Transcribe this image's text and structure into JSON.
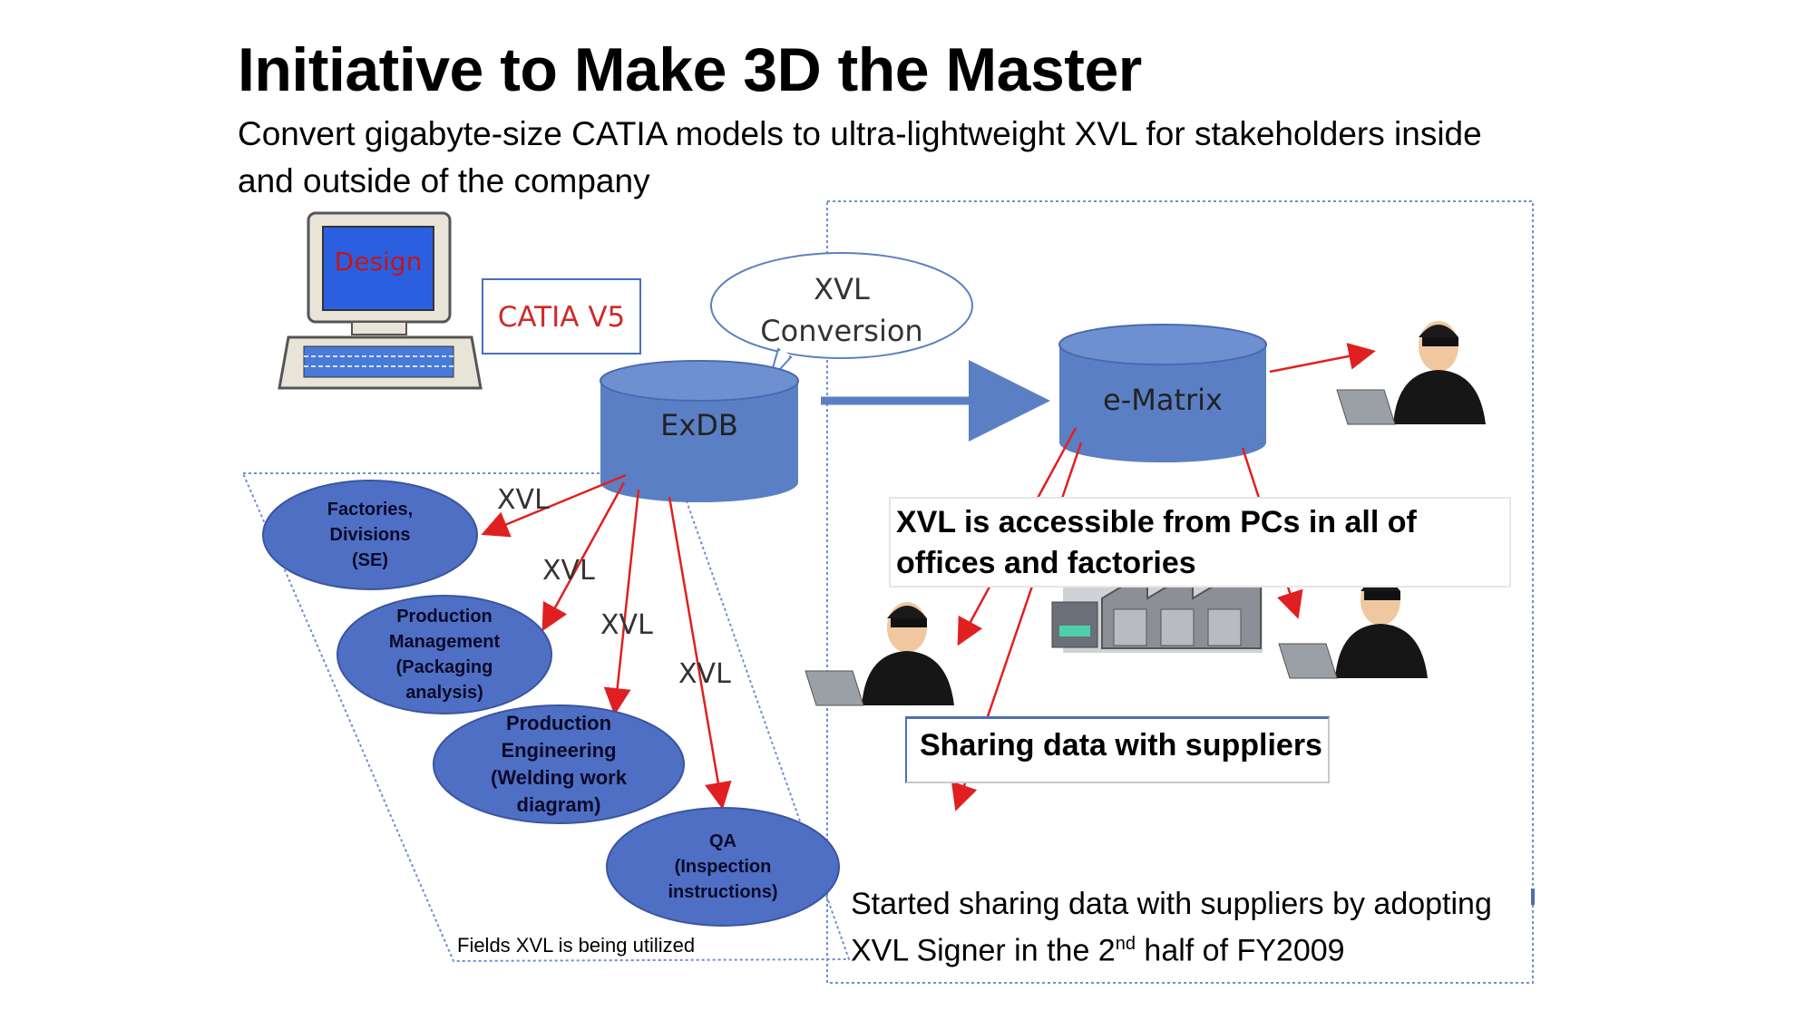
{
  "title": "Initiative to Make 3D the Master",
  "subtitle": "Convert gigabyte-size CATIA models to ultra-lightweight XVL for stakeholders inside and outside of the company",
  "computer_screen_label": "Design",
  "catia_label": "CATIA V5",
  "conversion_bubble": [
    "XVL",
    "Conversion"
  ],
  "exdb_label": "ExDB",
  "ematrix_label": "e-Matrix",
  "xvl_arrow_label": "XVL",
  "fields": [
    {
      "lines": [
        "Factories,",
        "Divisions",
        "(SE)"
      ]
    },
    {
      "lines": [
        "Production",
        "Management",
        "(Packaging",
        "analysis)"
      ]
    },
    {
      "lines": [
        "Production",
        "Engineering",
        "(Welding work",
        "diagram)"
      ]
    },
    {
      "lines": [
        "QA",
        "(Inspection",
        "instructions)"
      ]
    }
  ],
  "fields_caption": "Fields XVL is being utilized",
  "accessible_callout": "XVL is accessible from PCs in all of offices and factories",
  "suppliers_callout": "Sharing data with suppliers",
  "note_main": "Started sharing data with suppliers by adopting XVL Signer in the 2",
  "note_sup": "nd",
  "note_end": " half of FY2009",
  "colors": {
    "cylinder": "#5b7fc4",
    "cylinder_top": "#6f90d0",
    "ellipse": "#4f6fc4",
    "arrow": "#e02020",
    "dotted_border": "#6f8fd0"
  },
  "icons": [
    "computer-icon",
    "person-laptop-icon",
    "factory-icon"
  ]
}
